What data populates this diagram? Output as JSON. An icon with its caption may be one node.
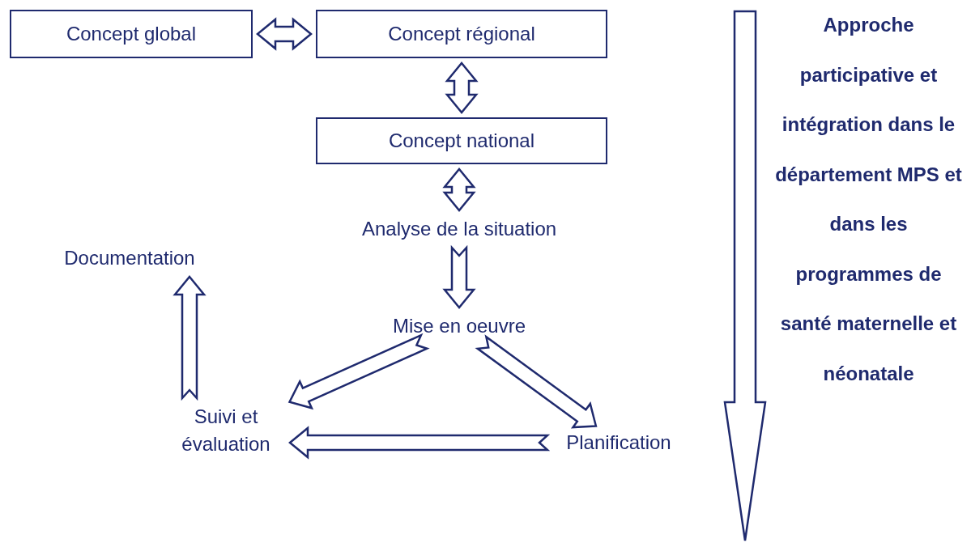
{
  "diagram": {
    "nodes": [
      {
        "text": [
          "Concept global"
        ]
      },
      {
        "text": [
          "Concept régional"
        ]
      },
      {
        "text": [
          "Concept national"
        ]
      },
      {
        "text": [
          "Analyse de la situation"
        ]
      },
      {
        "text": [
          "Documentation"
        ]
      },
      {
        "text": [
          "Mise en oeuvre"
        ]
      },
      {
        "text": [
          "Suivi et évaluation"
        ]
      },
      {
        "text": [
          "Planification"
        ]
      }
    ],
    "edges": [
      {
        "from": 0,
        "to": 1,
        "arrow": "both"
      },
      {
        "from": 1,
        "to": 2,
        "arrow": "both"
      },
      {
        "from": 2,
        "to": 3,
        "arrow": "both"
      },
      {
        "from": 3,
        "to": 5,
        "arrow": "to"
      },
      {
        "from": 5,
        "to": 6,
        "arrow": "to"
      },
      {
        "from": 5,
        "to": 7,
        "arrow": "to"
      },
      {
        "from": 7,
        "to": 6,
        "arrow": "to"
      },
      {
        "from": 6,
        "to": 4,
        "arrow": "to"
      }
    ],
    "labels": [
      "Approche participative et intégration dans le département MPS et dans les programmes de santé maternelle et néonatale"
    ]
  }
}
